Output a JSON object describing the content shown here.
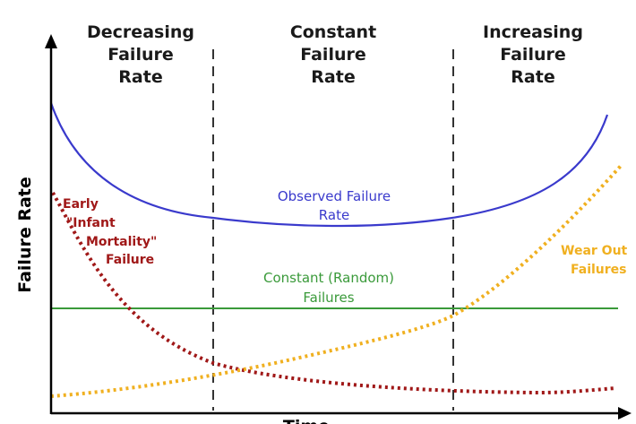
{
  "chart_data": {
    "type": "line",
    "title": "",
    "xlabel": "Time",
    "ylabel": "Failure Rate",
    "regions": [
      {
        "lines": [
          "Decreasing",
          "Failure",
          "Rate"
        ]
      },
      {
        "lines": [
          "Constant",
          "Failure",
          "Rate"
        ]
      },
      {
        "lines": [
          "Increasing",
          "Failure",
          "Rate"
        ]
      }
    ],
    "series": [
      {
        "name": "Observed Failure Rate",
        "color": "#3a3acc",
        "style": "solid",
        "label_lines": [
          "Observed Failure",
          "Rate"
        ]
      },
      {
        "name": "Constant (Random) Failures",
        "color": "#3a9a3a",
        "style": "solid",
        "label_lines": [
          "Constant (Random)",
          "Failures"
        ]
      },
      {
        "name": "Early \"Infant Mortality\" Failure",
        "color": "#a01818",
        "style": "dotted",
        "label_lines": [
          "Early",
          "\"Infant",
          "Mortality\"",
          "Failure"
        ]
      },
      {
        "name": "Wear Out Failures",
        "color": "#f0b020",
        "style": "dotted",
        "label_lines": [
          "Wear Out",
          "Failures"
        ]
      }
    ],
    "axes_ticks": "none",
    "grid": false
  }
}
